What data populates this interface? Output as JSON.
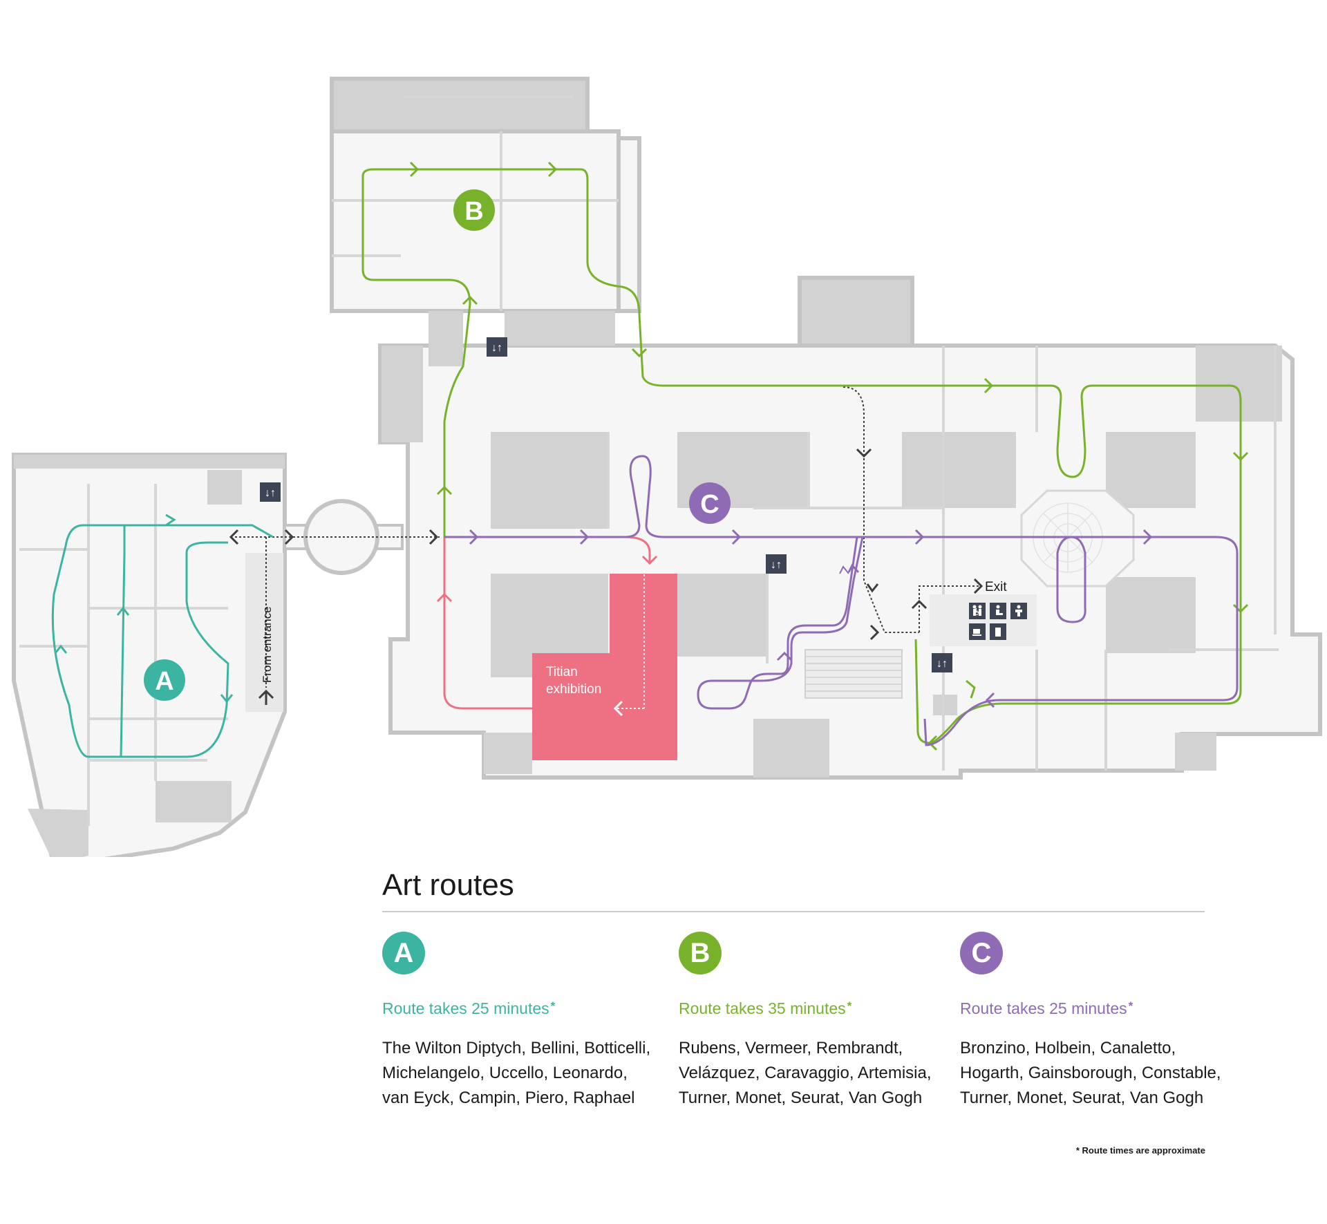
{
  "map": {
    "badges": [
      {
        "letter": "A",
        "color": "#3bb4a1"
      },
      {
        "letter": "B",
        "color": "#78b22b"
      },
      {
        "letter": "C",
        "color": "#8e6bb4"
      }
    ],
    "from_entrance": "From entrance",
    "exit_label": "Exit",
    "exhibition_label_1": "Titian",
    "exhibition_label_2": "exhibition",
    "lift_icon": "lift-icon",
    "facility_icons": [
      "toilets-icon",
      "accessible-icon",
      "baby-change-icon",
      "cafe-icon",
      "cloakroom-icon"
    ]
  },
  "legend": {
    "title": "Art routes",
    "routes": [
      {
        "letter": "A",
        "color": "#3bb4a1",
        "time": "Route takes 25 minutes",
        "star": "*",
        "works": [
          "The Wilton Diptych, Bellini, Botticelli,",
          "Michelangelo, Uccello, Leonardo,",
          "van Eyck, Campin, Piero, Raphael"
        ]
      },
      {
        "letter": "B",
        "color": "#78b22b",
        "time": "Route takes 35 minutes",
        "star": "*",
        "works": [
          "Rubens, Vermeer, Rembrandt,",
          "Velázquez, Caravaggio, Artemisia,",
          "Turner, Monet, Seurat, Van Gogh"
        ]
      },
      {
        "letter": "C",
        "color": "#8e6bb4",
        "time": "Route takes 25 minutes",
        "star": "*",
        "works": [
          "Bronzino, Holbein, Canaletto,",
          "Hogarth, Gainsborough, Constable,",
          "Turner, Monet, Seurat, Van Gogh"
        ]
      }
    ],
    "footnote": "* Route times are approximate"
  },
  "colors": {
    "route_a": "#3bb4a1",
    "route_b": "#78b22b",
    "route_c": "#8e6bb4",
    "exhibition": "#ee7183",
    "exhibition_path": "#ee7183",
    "wall": "#c4c4c4",
    "floor": "#f6f6f6",
    "block": "#d2d2d2",
    "connector": "#3d3d3d"
  }
}
